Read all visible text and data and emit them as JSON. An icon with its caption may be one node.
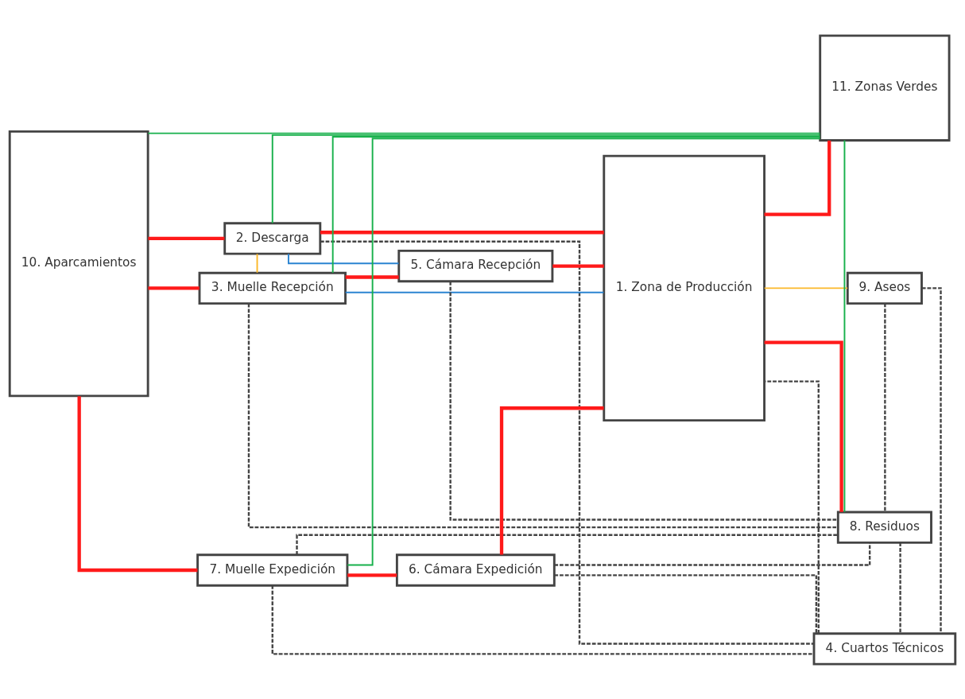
{
  "diagram": {
    "nodes": [
      {
        "text": [
          "10. Aparcamientos"
        ]
      },
      {
        "text": [
          "2. Descarga"
        ]
      },
      {
        "text": [
          "3. Muelle Recepción"
        ]
      },
      {
        "text": [
          "5. Cámara Recepción"
        ]
      },
      {
        "text": [
          "1. Zona de Producción"
        ]
      },
      {
        "text": [
          "8. Residuos"
        ]
      },
      {
        "text": [
          "4. Cuartos Técnicos"
        ]
      },
      {
        "text": [
          "11. Zonas Verdes"
        ]
      },
      {
        "text": [
          "7. Muelle Expedición"
        ]
      },
      {
        "text": [
          "6. Cámara Expedición"
        ]
      },
      {
        "text": [
          "9. Aseos"
        ]
      }
    ],
    "edges": [
      {
        "from": 0,
        "to": 1,
        "arrow": "none",
        "style": "thick",
        "color": "#ff1a1a"
      },
      {
        "from": 0,
        "to": 2,
        "arrow": "none",
        "style": "thick",
        "color": "#ff1a1a"
      },
      {
        "from": 0,
        "to": 8,
        "arrow": "none",
        "style": "thick",
        "color": "#ff1a1a"
      },
      {
        "from": 1,
        "to": 4,
        "arrow": "none",
        "style": "thick",
        "color": "#ff1a1a"
      },
      {
        "from": 2,
        "to": 3,
        "arrow": "none",
        "style": "thick",
        "color": "#ff1a1a"
      },
      {
        "from": 3,
        "to": 4,
        "arrow": "none",
        "style": "thick",
        "color": "#ff1a1a"
      },
      {
        "from": 8,
        "to": 9,
        "arrow": "none",
        "style": "thick",
        "color": "#ff1a1a"
      },
      {
        "from": 9,
        "to": 4,
        "arrow": "none",
        "style": "thick",
        "color": "#ff1a1a"
      },
      {
        "from": 4,
        "to": 5,
        "arrow": "none",
        "style": "thick",
        "color": "#ff1a1a"
      },
      {
        "from": 4,
        "to": 7,
        "arrow": "none",
        "style": "thick",
        "color": "#ff1a1a"
      },
      {
        "from": 1,
        "to": 2,
        "arrow": "none",
        "color": "#fbb829"
      },
      {
        "from": 4,
        "to": 10,
        "arrow": "none",
        "color": "#fbb829"
      },
      {
        "from": 2,
        "to": 4,
        "arrow": "none",
        "color": "#2b84d1"
      },
      {
        "from": 1,
        "to": 3,
        "arrow": "none",
        "color": "#2b84d1"
      },
      {
        "from": 1,
        "to": 7,
        "arrow": "none",
        "color": "#17b04b"
      },
      {
        "from": 5,
        "to": 7,
        "arrow": "none",
        "color": "#17b04b"
      },
      {
        "from": 0,
        "to": 7,
        "arrow": "none",
        "color": "#17b04b"
      },
      {
        "from": 8,
        "to": 7,
        "arrow": "none",
        "color": "#17b04b"
      },
      {
        "from": 2,
        "to": 7,
        "arrow": "none",
        "color": "#17b04b"
      },
      {
        "from": 2,
        "to": 5,
        "arrow": "none",
        "style": "dashed"
      },
      {
        "from": 3,
        "to": 5,
        "arrow": "none",
        "style": "dashed"
      },
      {
        "from": 1,
        "to": 6,
        "arrow": "none",
        "style": "dashed"
      },
      {
        "from": 5,
        "to": 6,
        "arrow": "none",
        "style": "dashed"
      },
      {
        "from": 6,
        "to": 4,
        "arrow": "none",
        "style": "dashed"
      },
      {
        "from": 8,
        "to": 6,
        "arrow": "none",
        "style": "dashed"
      },
      {
        "from": 8,
        "to": 5,
        "arrow": "none",
        "style": "dashed"
      },
      {
        "from": 9,
        "to": 6,
        "arrow": "none",
        "style": "dashed"
      },
      {
        "from": 9,
        "to": 5,
        "arrow": "none",
        "style": "dashed"
      },
      {
        "from": 10,
        "to": 6,
        "arrow": "none",
        "style": "dashed"
      },
      {
        "from": 10,
        "to": 5,
        "arrow": "none",
        "style": "dashed"
      }
    ]
  }
}
